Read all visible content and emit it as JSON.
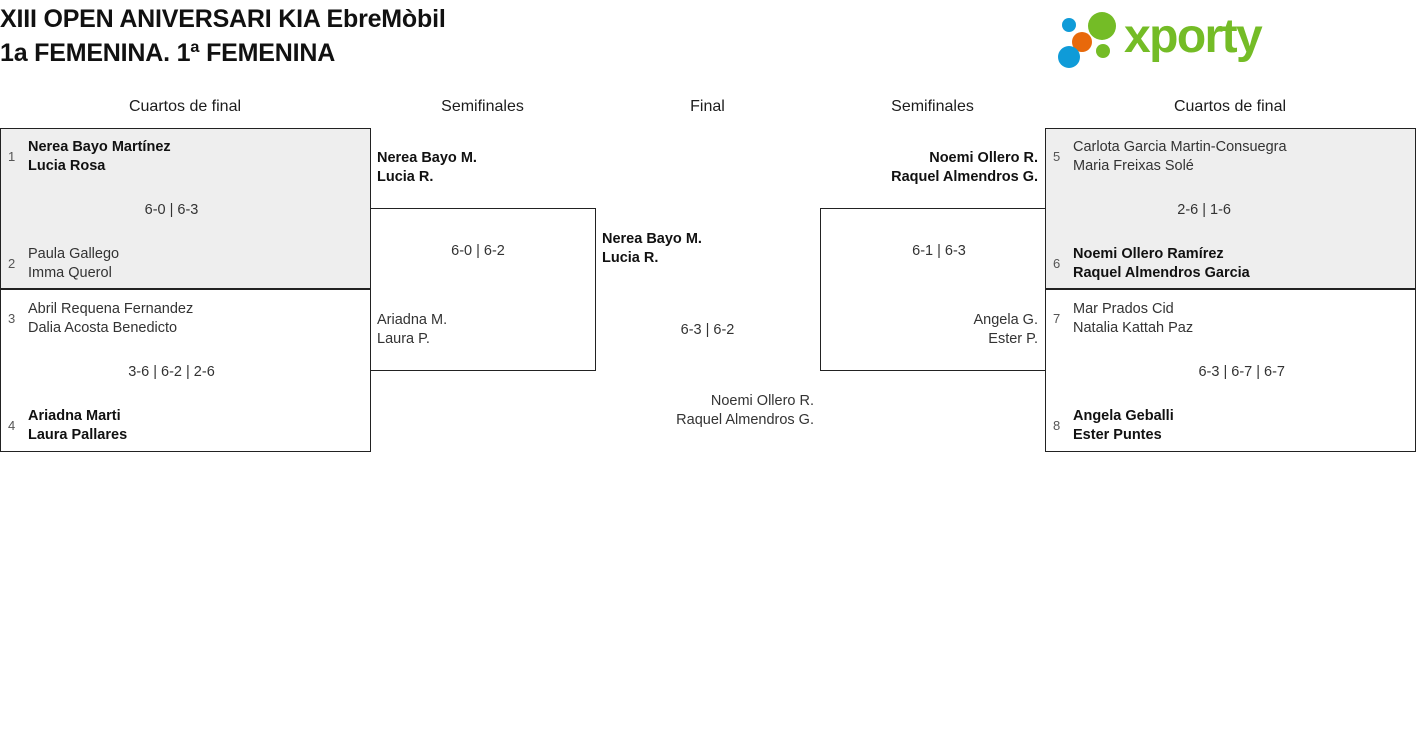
{
  "header": {
    "title_line1": "XIII OPEN ANIVERSARI KIA EbreMòbil",
    "title_line2": "1a FEMENINA. 1ª FEMENINA",
    "logo_text": "xporty",
    "colors": {
      "logo_green": "#74bc26",
      "logo_blue": "#0f9bd8",
      "logo_orange": "#e8690b",
      "shaded_box": "#eeeeee",
      "border": "#222222"
    }
  },
  "rounds": {
    "qf_left": "Cuartos de final",
    "sf_left": "Semifinales",
    "final": "Final",
    "sf_right": "Semifinales",
    "qf_right": "Cuartos de final"
  },
  "bracket": {
    "qf_left": [
      {
        "seed_top": "1",
        "top_player1": "Nerea Bayo Martínez",
        "top_player2": "Lucia Rosa",
        "seed_bottom": "2",
        "bottom_player1": "Paula Gallego",
        "bottom_player2": "Imma Querol",
        "score": "6-0 | 6-3",
        "winner": "top"
      },
      {
        "seed_top": "3",
        "top_player1": "Abril Requena Fernandez",
        "top_player2": "Dalia Acosta Benedicto",
        "seed_bottom": "4",
        "bottom_player1": "Ariadna Marti",
        "bottom_player2": "Laura Pallares",
        "score": "3-6 | 6-2 | 2-6",
        "winner": "bottom"
      }
    ],
    "sf_left": [
      {
        "top_player1": "Nerea Bayo M.",
        "top_player2": "Lucia R.",
        "bottom_player1": "Ariadna M.",
        "bottom_player2": "Laura P.",
        "score": "6-0 | 6-2",
        "winner": "top"
      }
    ],
    "final": [
      {
        "top_player1": "Nerea Bayo M.",
        "top_player2": "Lucia R.",
        "bottom_player1": "Noemi Ollero R.",
        "bottom_player2": "Raquel Almendros G.",
        "score": "6-3 | 6-2",
        "winner": "top"
      }
    ],
    "sf_right": [
      {
        "top_player1": "Noemi Ollero R.",
        "top_player2": "Raquel Almendros G.",
        "bottom_player1": "Angela G.",
        "bottom_player2": "Ester P.",
        "score": "6-1 | 6-3",
        "winner": "top"
      }
    ],
    "qf_right": [
      {
        "seed_top": "5",
        "top_player1": "Carlota Garcia Martin-Consuegra",
        "top_player2": "Maria Freixas Solé",
        "seed_bottom": "6",
        "bottom_player1": "Noemi Ollero Ramírez",
        "bottom_player2": "Raquel Almendros Garcia",
        "score": "2-6 | 1-6",
        "winner": "bottom"
      },
      {
        "seed_top": "7",
        "top_player1": "Mar Prados Cid",
        "top_player2": "Natalia Kattah Paz",
        "seed_bottom": "8",
        "bottom_player1": "Angela Geballi",
        "bottom_player2": "Ester Puntes",
        "score": "6-3 | 6-7 | 6-7",
        "winner": "bottom"
      }
    ]
  }
}
